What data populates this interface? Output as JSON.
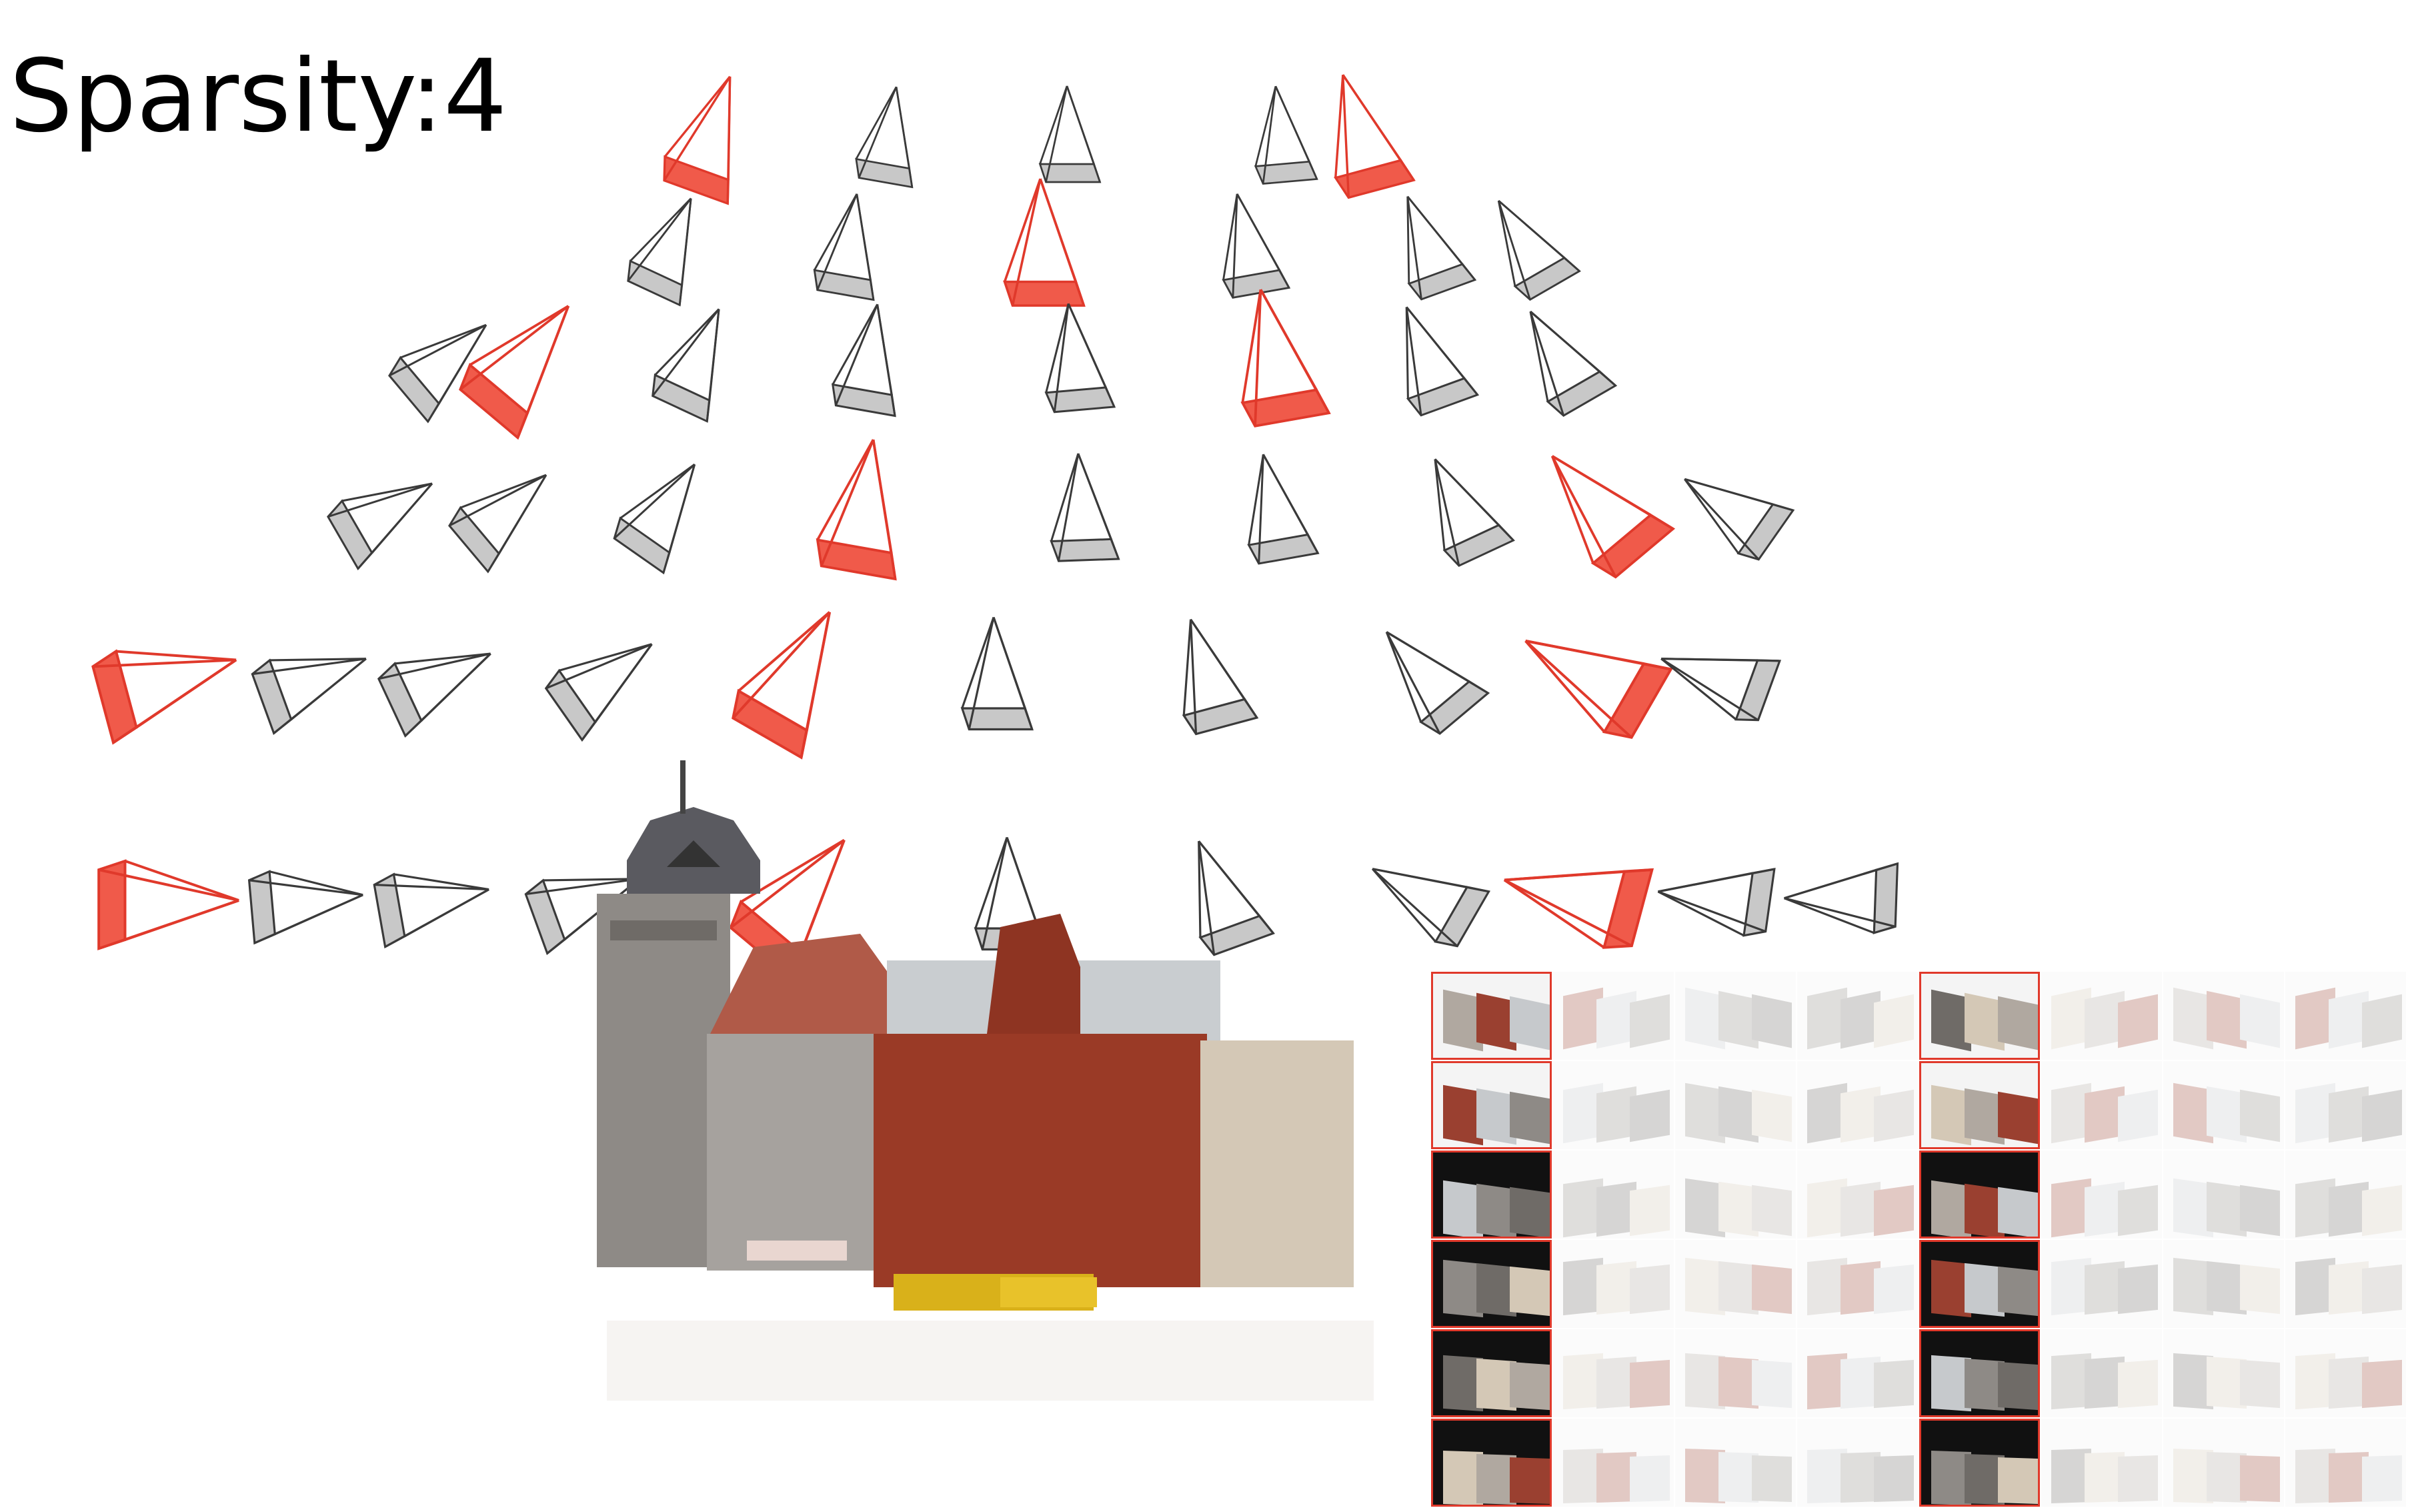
{
  "title": "Sparsity:4",
  "colors": {
    "selected": "#e0392b",
    "selected_fill": "#f05a4a",
    "unselected_stroke": "#3a3a3a",
    "unselected_fill": "#c8c8c8"
  },
  "camera_rings": {
    "row_1": [
      "selected",
      "unselected",
      "unselected",
      "unselected",
      "selected"
    ],
    "row_2": [
      "unselected",
      "unselected",
      "selected",
      "unselected",
      "unselected",
      "unselected"
    ],
    "row_3": [
      "unselected",
      "selected",
      "unselected",
      "unselected",
      "unselected",
      "selected",
      "unselected",
      "unselected"
    ],
    "row_4": [
      "unselected",
      "unselected",
      "unselected",
      "selected",
      "unselected",
      "unselected",
      "unselected",
      "selected",
      "unselected"
    ],
    "row_5": [
      "selected",
      "unselected",
      "unselected",
      "unselected",
      "selected",
      "unselected",
      "unselected",
      "unselected",
      "selected",
      "unselected"
    ],
    "row_6": [
      "selected",
      "unselected",
      "unselected",
      "unselected",
      "selected",
      "unselected",
      "unselected",
      "unselected",
      "selected",
      "unselected",
      "unselected"
    ]
  },
  "view_grid": {
    "rows": 6,
    "columns": 8,
    "selected_columns": [
      0,
      4
    ]
  }
}
